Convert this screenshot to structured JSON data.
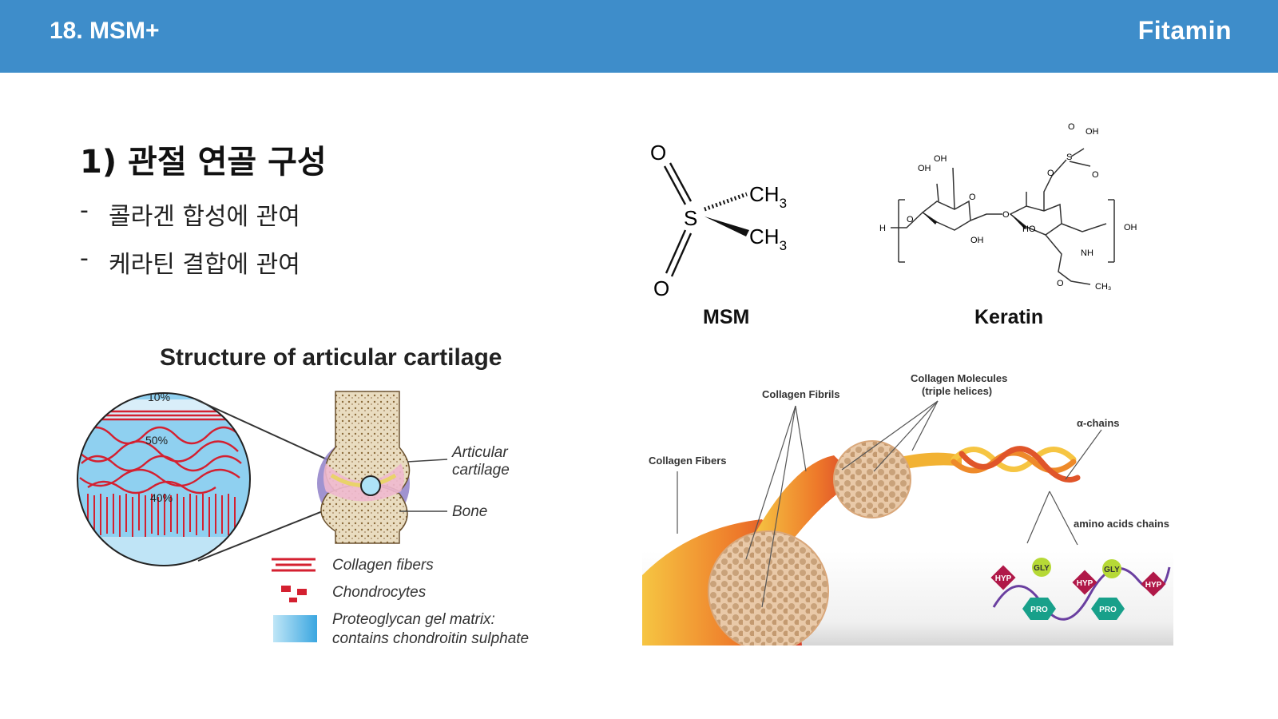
{
  "header": {
    "title": "18. MSM+",
    "brand": "Fitamin",
    "color": "#3e8dca"
  },
  "section": {
    "heading": "1) 관절 연골 구성",
    "bullets": [
      {
        "dash": "-",
        "text": "콜라겐 합성에 관여"
      },
      {
        "dash": "-",
        "text": "케라틴 결합에 관여"
      }
    ]
  },
  "cartilage_figure": {
    "title": "Structure of articular cartilage",
    "zones": [
      "10%",
      "50%",
      "40%"
    ],
    "labels": {
      "articular_cartilage_line1": "Articular",
      "articular_cartilage_line2": "cartilage",
      "bone": "Bone"
    },
    "legend": {
      "collagen": "Collagen fibers",
      "chondrocytes": "Chondrocytes",
      "matrix_line1": "Proteoglycan gel matrix:",
      "matrix_line2": "contains chondroitin sulphate"
    }
  },
  "msm_figure": {
    "atoms": {
      "o_top": "O",
      "s": "S",
      "o_bottom": "O",
      "ch3_top": "CH",
      "ch3_bottom": "CH",
      "sub": "3"
    },
    "caption": "MSM"
  },
  "keratin_figure": {
    "caption": "Keratin",
    "atoms": [
      "O",
      "OH",
      "S",
      "O",
      "O",
      "OH",
      "OH",
      "O",
      "O",
      "O",
      "OH",
      "HO",
      "H",
      "OH",
      "NH",
      "O",
      "CH₃"
    ]
  },
  "collagen_figure": {
    "labels": {
      "fibers": "Collagen Fibers",
      "fibrils": "Collagen Fibrils",
      "molecules_line1": "Collagen Molecules",
      "molecules_line2": "(triple helices)",
      "alpha": "α-chains",
      "amino": "amino acids chains"
    },
    "residues": [
      "HYP",
      "GLY",
      "HYP",
      "GLY",
      "HYP",
      "PRO",
      "PRO"
    ]
  }
}
